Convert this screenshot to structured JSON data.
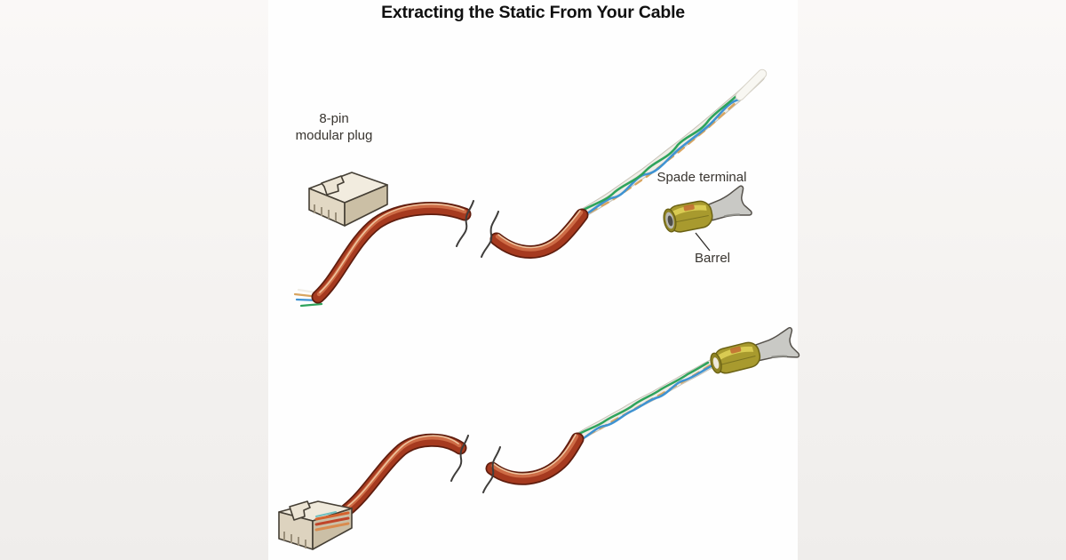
{
  "title": "Extracting the Static From Your Cable",
  "labels": {
    "modular_plug": {
      "line1": "8-pin",
      "line2": "modular plug"
    },
    "spade_terminal": "Spade terminal",
    "barrel": "Barrel"
  },
  "colors": {
    "canvas": "#fefefe",
    "side_panel": "#f4f2f0",
    "title_text": "#101010",
    "label_text": "#38342f",
    "cable_outline": "#5f1d0e",
    "cable_body": "#a63a1f",
    "cable_highlight": "#cd6b45",
    "cable_pale_line": "#eec49e",
    "wire_white": "#f0ede6",
    "wire_blue": "#3f93d2",
    "wire_green": "#2ea35c",
    "wire_tan": "#d8a560",
    "plug_top_face": "#f2ecdf",
    "plug_front_face": "#e2d8c4",
    "plug_side_face": "#cbbfa5",
    "plug_outline": "#453f35",
    "plug_wire_orange": "#d4622e",
    "plug_wire_red": "#c0452a",
    "terminal_barrel": "#a89a2e",
    "terminal_barrel_highlight": "#d9cb52",
    "terminal_barrel_outline": "#6b6215",
    "terminal_stripe": "#c06a30",
    "terminal_fork": "#c9c9c5",
    "terminal_fork_outline": "#55514b",
    "break_mark": "#3f3d3b",
    "pointer_line": "#2e2b28"
  },
  "illustrations": [
    {
      "name": "modular-plug-detached-illustration",
      "desc": "8-pin modular plug shown detached"
    },
    {
      "name": "top-cable-illustration",
      "desc": "brown cable with break marks and stripped twisted-pair wires"
    },
    {
      "name": "spade-terminal-detached-illustration",
      "desc": "spade terminal with barrel shown detached"
    },
    {
      "name": "modular-plug-attached-illustration",
      "desc": "modular plug crimped onto cable"
    },
    {
      "name": "bottom-cable-illustration",
      "desc": "finished cable with break marks and twisted-pair wires"
    },
    {
      "name": "spade-terminal-attached-illustration",
      "desc": "spade terminal crimped onto twisted-pair wires"
    }
  ]
}
